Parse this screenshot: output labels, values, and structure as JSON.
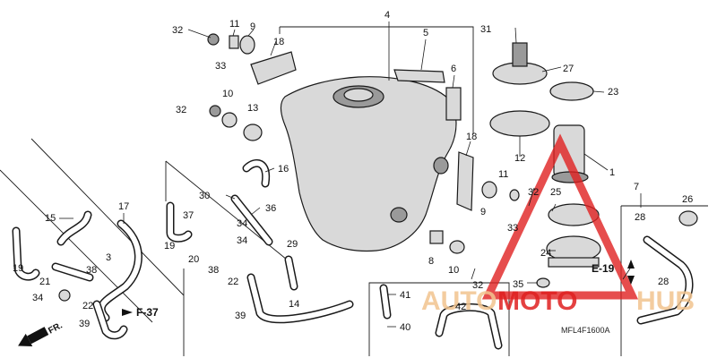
{
  "diagram": {
    "callouts": [
      "1",
      "3",
      "4",
      "5",
      "6",
      "7",
      "8",
      "9",
      "10",
      "11",
      "12",
      "13",
      "14",
      "15",
      "16",
      "17",
      "18",
      "19",
      "20",
      "21",
      "22",
      "23",
      "24",
      "25",
      "26",
      "27",
      "28",
      "29",
      "30",
      "31",
      "32",
      "33",
      "34",
      "35",
      "36",
      "37",
      "38",
      "39",
      "40",
      "41",
      "42"
    ],
    "references": {
      "f37": "F-37",
      "e19": "E-19",
      "front": "FR."
    },
    "code": "MFL4F1600A",
    "watermark": {
      "part1": "AUTO",
      "part2": "MOTO",
      "part3": "HUB"
    },
    "colors": {
      "watermark_red": "#e02020",
      "watermark_orange": "#f0a060",
      "ink": "#1a1a1a"
    }
  }
}
